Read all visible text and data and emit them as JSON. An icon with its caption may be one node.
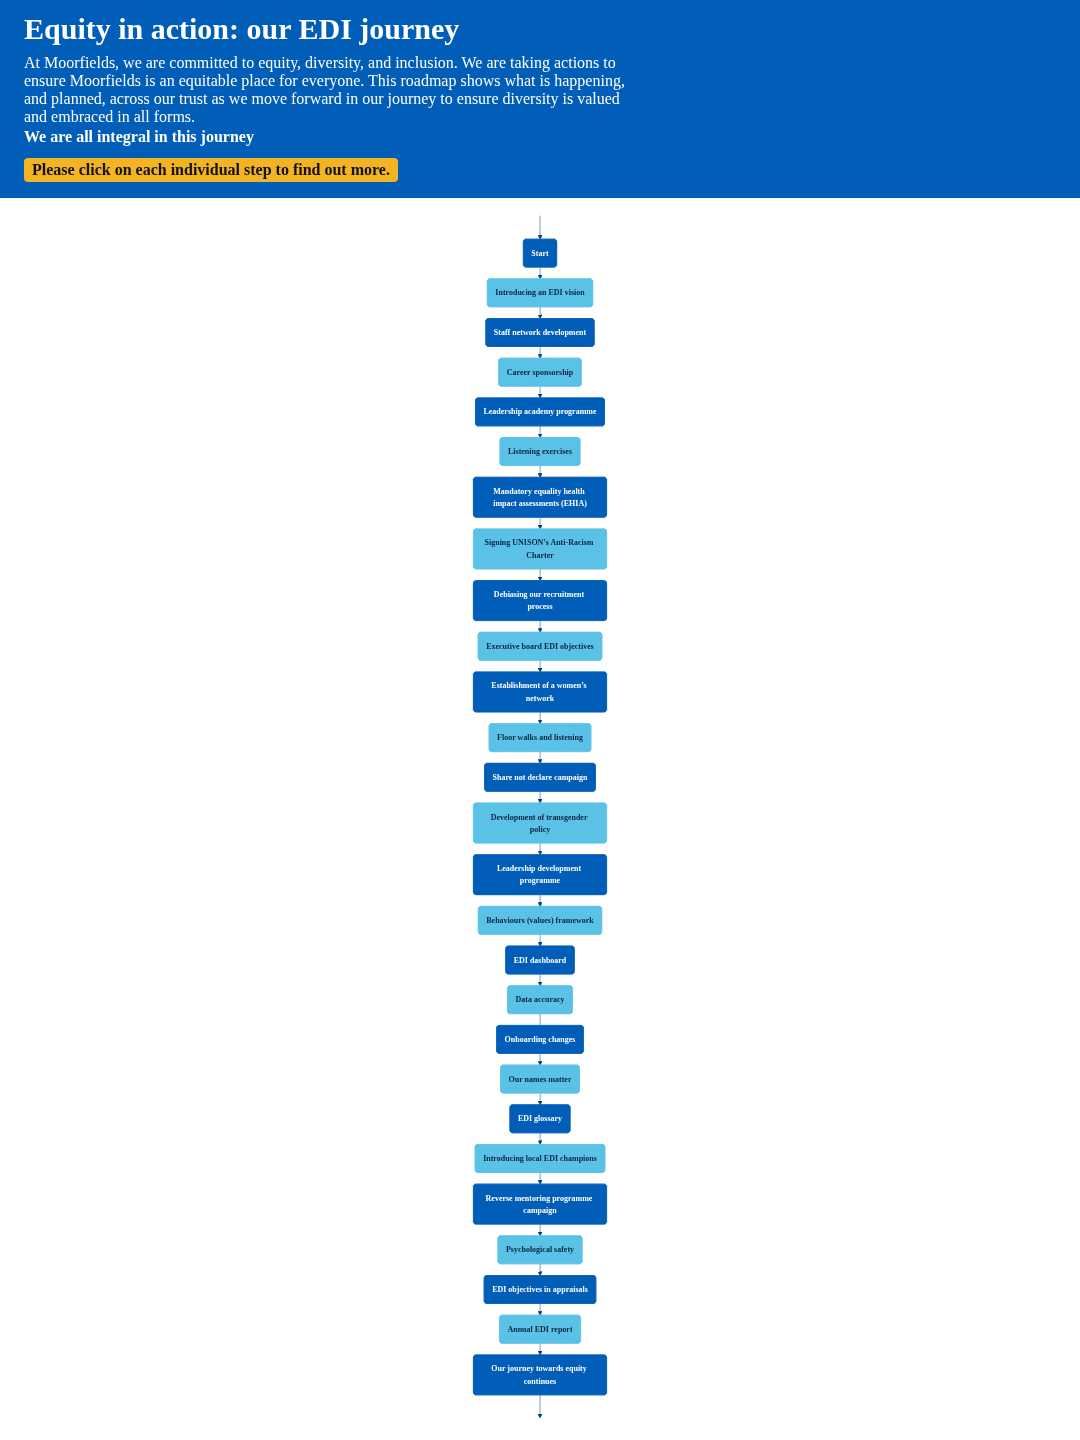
{
  "diagram": {
    "title": "Equity in action: our EDI journey",
    "nodes": [
      {
        "text": [
          "Start"
        ]
      },
      {
        "text": [
          "Introducing an EDI vision"
        ]
      },
      {
        "text": [
          "Staff network development"
        ]
      },
      {
        "text": [
          "Career sponsorship"
        ]
      },
      {
        "text": [
          "Leadership academy programme"
        ]
      },
      {
        "text": [
          "Listening exercises"
        ]
      },
      {
        "text": [
          "Mandatory equality health impact assessments (EHIA)"
        ]
      },
      {
        "text": [
          "Signing UNISON’s Anti-Racism Charter"
        ]
      },
      {
        "text": [
          "Debiasing our recruitment process"
        ]
      },
      {
        "text": [
          "Executive board EDI objectives"
        ]
      },
      {
        "text": [
          "Establishment of a women’s network"
        ]
      },
      {
        "text": [
          "Floor walks and listening"
        ]
      },
      {
        "text": [
          "Share not declare campaign"
        ]
      },
      {
        "text": [
          "Development of transgender policy"
        ]
      },
      {
        "text": [
          "Leadership development programme"
        ]
      },
      {
        "text": [
          "Behaviours (values) framework"
        ]
      },
      {
        "text": [
          "EDI dashboard"
        ]
      },
      {
        "text": [
          "Data accuracy"
        ]
      },
      {
        "text": [
          "Onboarding changes"
        ]
      },
      {
        "text": [
          "Our names matter"
        ]
      },
      {
        "text": [
          "EDI glossary"
        ]
      },
      {
        "text": [
          "Introducing local EDI champions"
        ]
      },
      {
        "text": [
          "Reverse mentoring programme campaign"
        ]
      },
      {
        "text": [
          "Psychological safety"
        ]
      },
      {
        "text": [
          "EDI objectives in appraisals"
        ]
      },
      {
        "text": [
          "Annual EDI report"
        ]
      },
      {
        "text": [
          "Our journey towards equity continues"
        ]
      }
    ],
    "edges": [
      {
        "from": null,
        "to": 0,
        "arrow": "to"
      },
      {
        "from": 0,
        "to": 1,
        "arrow": "to"
      },
      {
        "from": 1,
        "to": 2,
        "arrow": "to"
      },
      {
        "from": 2,
        "to": 3,
        "arrow": "to"
      },
      {
        "from": 3,
        "to": 4,
        "arrow": "to"
      },
      {
        "from": 4,
        "to": 5,
        "arrow": "to"
      },
      {
        "from": 5,
        "to": 6,
        "arrow": "to"
      },
      {
        "from": 6,
        "to": 7,
        "arrow": "to"
      },
      {
        "from": 7,
        "to": 8,
        "arrow": "to"
      },
      {
        "from": 8,
        "to": 9,
        "arrow": "to"
      },
      {
        "from": 9,
        "to": 10,
        "arrow": "to"
      },
      {
        "from": 10,
        "to": 11,
        "arrow": "to"
      },
      {
        "from": 11,
        "to": 12,
        "arrow": "to"
      },
      {
        "from": 12,
        "to": 13,
        "arrow": "to"
      },
      {
        "from": 13,
        "to": 14,
        "arrow": "to"
      },
      {
        "from": 14,
        "to": 15,
        "arrow": "to"
      },
      {
        "from": 15,
        "to": 16,
        "arrow": "to"
      },
      {
        "from": 16,
        "to": 17,
        "arrow": "to"
      },
      {
        "from": 17,
        "to": 18,
        "arrow": "none"
      },
      {
        "from": 18,
        "to": 19,
        "arrow": "to"
      },
      {
        "from": 19,
        "to": 20,
        "arrow": "to"
      },
      {
        "from": 20,
        "to": 21,
        "arrow": "to"
      },
      {
        "from": 21,
        "to": 22,
        "arrow": "to"
      },
      {
        "from": 22,
        "to": 23,
        "arrow": "to"
      },
      {
        "from": 23,
        "to": 24,
        "arrow": "to"
      },
      {
        "from": 24,
        "to": 25,
        "arrow": "to"
      },
      {
        "from": 25,
        "to": 26,
        "arrow": "to"
      },
      {
        "from": 26,
        "to": null,
        "arrow": "to"
      }
    ],
    "labels": [
      "At Moorfields, we are committed to equity, diversity, and inclusion. We are taking actions to ensure Moorfields is an equitable place for everyone. This roadmap shows what is happening, and planned, across our trust as we move forward in our journey to ensure diversity is valued and embraced in all forms.",
      "We are all integral in this journey",
      "Please click on each individual step to find out more."
    ]
  }
}
